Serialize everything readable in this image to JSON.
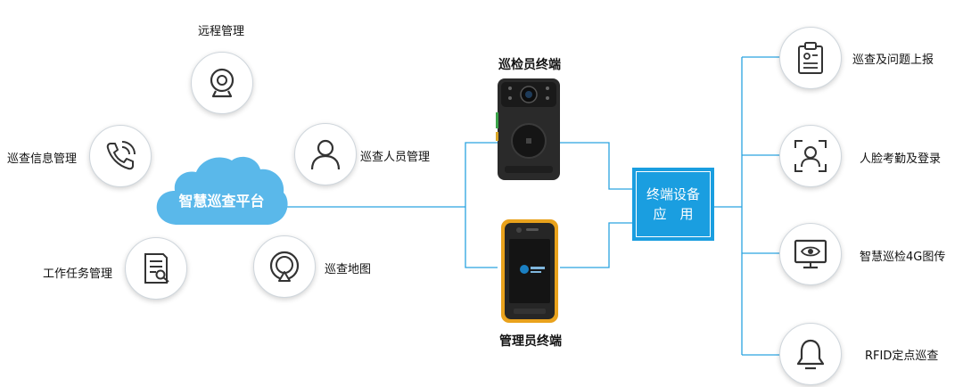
{
  "platform": {
    "label": "智慧巡查平台"
  },
  "left_nodes": [
    {
      "label": "远程管理",
      "icon": "webcam-icon"
    },
    {
      "label": "巡查信息管理",
      "icon": "phone-icon"
    },
    {
      "label": "巡查人员管理",
      "icon": "person-icon"
    },
    {
      "label": "工作任务管理",
      "icon": "document-search-icon"
    },
    {
      "label": "巡查地图",
      "icon": "map-pin-icon"
    }
  ],
  "devices": {
    "inspector": {
      "label": "巡检员终端"
    },
    "manager": {
      "label": "管理员终端"
    }
  },
  "terminal_app": {
    "line1": "终端设备",
    "line2": "应　用"
  },
  "right_nodes": [
    {
      "label": "巡查及问题上报",
      "icon": "clipboard-icon"
    },
    {
      "label": "人脸考勤及登录",
      "icon": "face-scan-icon"
    },
    {
      "label": "智慧巡检4G图传",
      "icon": "monitor-eye-icon"
    },
    {
      "label": "RFID定点巡查",
      "icon": "bell-icon"
    }
  ],
  "colors": {
    "accent": "#1a9ee0",
    "cloud": "#5ab8ea",
    "line": "#2aa3e0",
    "icon": "#333333"
  }
}
